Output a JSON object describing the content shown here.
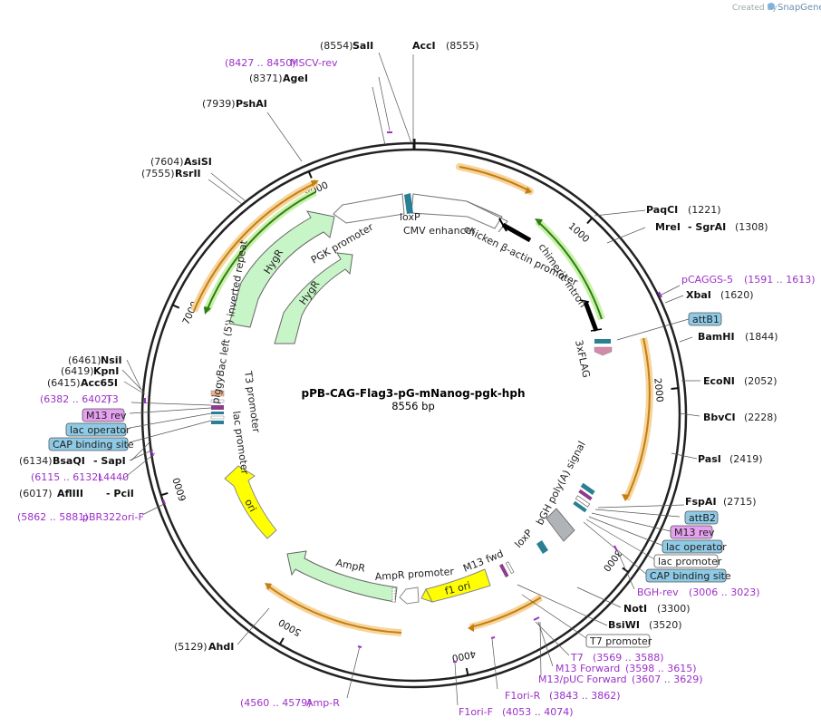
{
  "watermark": {
    "prefix": "Created by",
    "brand": "SnapGene"
  },
  "plasmid": {
    "name": "pPB-CAG-Flag3-pG-mNanog-pgk-hph",
    "size": "8556 bp",
    "length": 8556
  },
  "ticks": [
    "1000",
    "2000",
    "3000",
    "4000",
    "5000",
    "6000",
    "7000",
    "8000"
  ],
  "sites": [
    {
      "name": "SalI",
      "pos": "(8554)"
    },
    {
      "name": "AccI",
      "pos": "(8555)"
    },
    {
      "name": "AgeI",
      "pos": "(8371)"
    },
    {
      "name": "PshAI",
      "pos": "(7939)"
    },
    {
      "name": "AsiSI",
      "pos": "(7604)"
    },
    {
      "name": "RsrII",
      "pos": "(7555)"
    },
    {
      "name": "PaqCI",
      "pos": "(1221)"
    },
    {
      "name": "MreI",
      "pos": ""
    },
    {
      "name": "- SgrAI",
      "pos": "(1308)"
    },
    {
      "name": "XbaI",
      "pos": "(1620)"
    },
    {
      "name": "BamHI",
      "pos": "(1844)"
    },
    {
      "name": "EcoNI",
      "pos": "(2052)"
    },
    {
      "name": "BbvCI",
      "pos": "(2228)"
    },
    {
      "name": "PasI",
      "pos": "(2419)"
    },
    {
      "name": "FspAI",
      "pos": "(2715)"
    },
    {
      "name": "NotI",
      "pos": "(3300)"
    },
    {
      "name": "BsiWI",
      "pos": "(3520)"
    },
    {
      "name": "AhdI",
      "pos": "(5129)"
    },
    {
      "name": "NsiI",
      "pos": "(6461)"
    },
    {
      "name": "KpnI",
      "pos": "(6419)"
    },
    {
      "name": "Acc65I",
      "pos": "(6415)"
    },
    {
      "name": "BsaQI",
      "pos": "(6134)"
    },
    {
      "name": "- SapI",
      "pos": ""
    },
    {
      "name": "AflIII",
      "pos": "(6017)"
    },
    {
      "name": "- PciI",
      "pos": ""
    }
  ],
  "primers": [
    {
      "name": "MSCV-rev",
      "range": "(8427 .. 8450)"
    },
    {
      "name": "pCAGGS-5",
      "range": "(1591 .. 1613)"
    },
    {
      "name": "BGH-rev",
      "range": "(3006 .. 3023)"
    },
    {
      "name": "T7",
      "range": "(3569 .. 3588)"
    },
    {
      "name": "M13 Forward",
      "range": "(3598 .. 3615)"
    },
    {
      "name": "M13/pUC Forward",
      "range": "(3607 .. 3629)"
    },
    {
      "name": "F1ori-R",
      "range": "(3843 .. 3862)"
    },
    {
      "name": "F1ori-F",
      "range": "(4053 .. 4074)"
    },
    {
      "name": "Amp-R",
      "range": "(4560 .. 4579)"
    },
    {
      "name": "pBR322ori-F",
      "range": "(5862 .. 5881)"
    },
    {
      "name": "L4440",
      "range": "(6115 .. 6132)"
    },
    {
      "name": "T3",
      "range": "(6382 .. 6402)"
    }
  ],
  "boxes": [
    {
      "name": "attB1"
    },
    {
      "name": "attB2"
    },
    {
      "name": "M13 rev"
    },
    {
      "name": "lac operator"
    },
    {
      "name": "lac promoter"
    },
    {
      "name": "CAP binding site"
    },
    {
      "name": "T7 promoter"
    },
    {
      "name": "M13 rev"
    },
    {
      "name": "lac operator"
    },
    {
      "name": "CAP binding site"
    }
  ],
  "features": {
    "loxP_top": "loxP",
    "cmv": "CMV enhancer",
    "chicken": "chicken β-actin promoter",
    "intron": "chimeric intron",
    "flag": "3xFLAG",
    "bgh": "bGH poly(A) signal",
    "loxP_bot": "loxP",
    "m13fwd": "M13 fwd",
    "f1ori": "f1 ori",
    "amp_promoter": "AmpR promoter",
    "ampr": "AmpR",
    "ori": "ori",
    "lac_promoter": "lac promoter",
    "t3_promoter": "T3 promoter",
    "piggybac": "piggyBac left (5') inverted repeat",
    "hygr_outer": "HygR",
    "pgk": "PGK promoter",
    "hygr_inner": "HygR"
  },
  "colors": {
    "backbone": "#222222",
    "primer": "#9b30c8",
    "orf": "#f2a93b",
    "green_arc": "#2e7d1a",
    "hygr_fill": "#c8f5c8",
    "ori_fill": "#ffff00",
    "box_blue": "#8ecae6",
    "box_purple": "#e6a0f0"
  }
}
